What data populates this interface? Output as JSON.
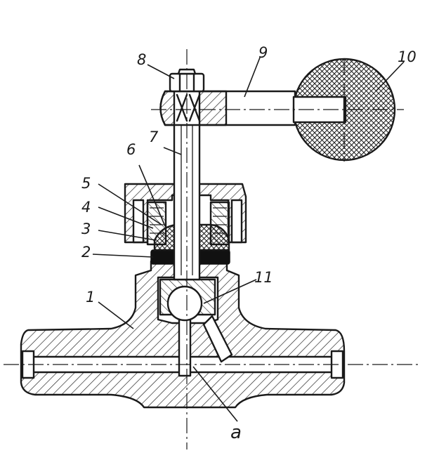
{
  "callouts": [
    "1",
    "2",
    "3",
    "4",
    "5",
    "6",
    "7",
    "8",
    "9",
    "10",
    "11"
  ],
  "channel_label": "a",
  "colors": {
    "ink": "#1a1a1a",
    "paper": "#ffffff",
    "gasket": "#111111"
  }
}
